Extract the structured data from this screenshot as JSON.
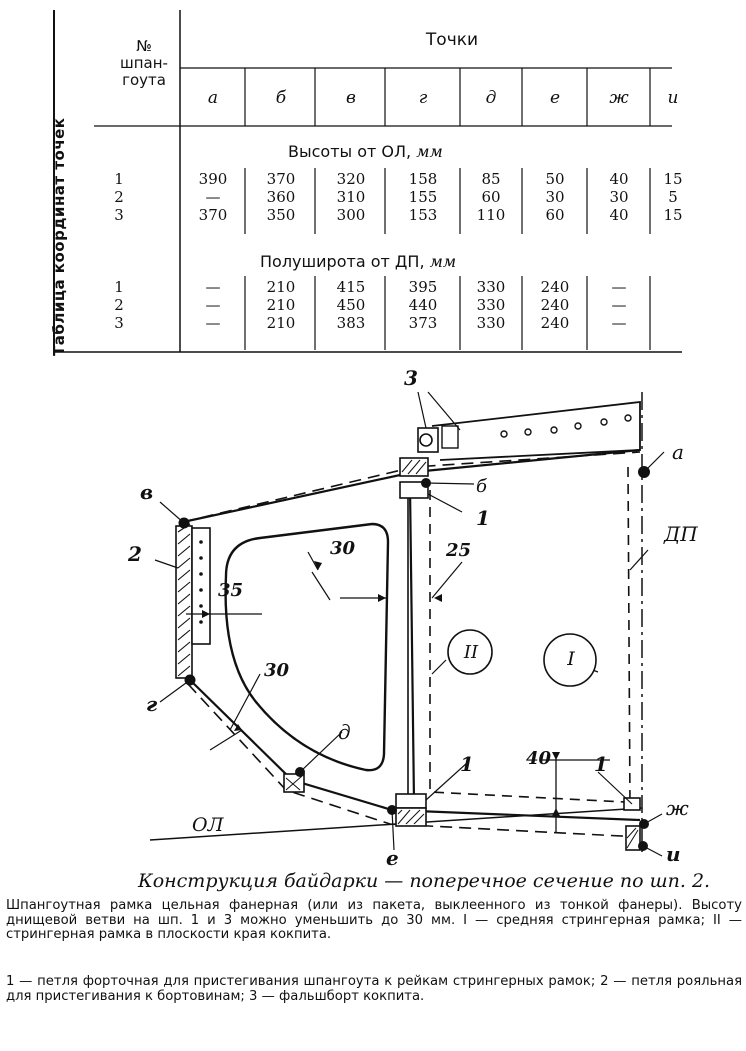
{
  "table": {
    "side_title": "Таблица координат точек",
    "col_header_num": [
      "№",
      "шпан-",
      "гоута"
    ],
    "col_header_points": "Точки",
    "point_labels": [
      "а",
      "б",
      "в",
      "г",
      "д",
      "е",
      "ж",
      "и"
    ],
    "section_heights_title": "Высоты от ОЛ,",
    "section_heights_unit": "мм",
    "section_widths_title": "Полуширота от ДП,",
    "section_widths_unit": "мм",
    "heights_rows": [
      {
        "n": "1",
        "v": [
          "390",
          "370",
          "320",
          "158",
          "85",
          "50",
          "40",
          "15"
        ]
      },
      {
        "n": "2",
        "v": [
          "—",
          "360",
          "310",
          "155",
          "60",
          "30",
          "30",
          "5"
        ]
      },
      {
        "n": "3",
        "v": [
          "370",
          "350",
          "300",
          "153",
          "110",
          "60",
          "40",
          "15"
        ]
      }
    ],
    "widths_rows": [
      {
        "n": "1",
        "v": [
          "—",
          "210",
          "415",
          "395",
          "330",
          "240",
          "—",
          ""
        ]
      },
      {
        "n": "2",
        "v": [
          "—",
          "210",
          "450",
          "440",
          "330",
          "240",
          "—",
          ""
        ]
      },
      {
        "n": "3",
        "v": [
          "—",
          "210",
          "383",
          "373",
          "330",
          "240",
          "—",
          ""
        ]
      }
    ]
  },
  "drawing": {
    "labels": {
      "a": "а",
      "b": "б",
      "v": "в",
      "g": "г",
      "d": "д",
      "e": "е",
      "zh": "ж",
      "i": "и",
      "dp": "ДП",
      "ol": "ОЛ",
      "n1a": "1",
      "n1b": "1",
      "n1c": "1",
      "n2": "2",
      "n3": "3",
      "roman1": "I",
      "roman2": "II",
      "dim30a": "30",
      "dim25": "25",
      "dim35": "35",
      "dim30b": "30",
      "dim40": "40"
    }
  },
  "caption": "Конструкция байдарки — поперечное сечение по шп. 2.",
  "notes": [
    "Шпангоутная рамка цельная фанерная (или из пакета, выклеенного из тонкой фанеры). Высоту днищевой ветви на шп. 1 и 3 можно уменьшить до 30 мм. I — средняя стрингерная рамка; II — стрингерная рамка в плоскости края кокпита.",
    "1 — петля форточная для пристегивания шпангоута к рейкам стрингерных рамок; 2 — петля рояльная для пристегивания к бортовинам; 3 — фальшборт кокпита."
  ]
}
